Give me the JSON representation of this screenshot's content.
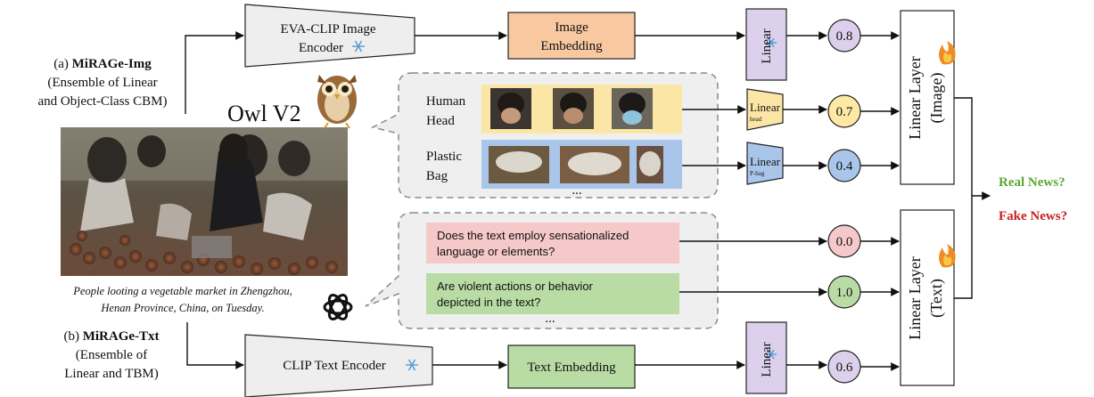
{
  "image_branch": {
    "label_line1": "(a)",
    "name": "MiRAGe-Img",
    "desc_line1": "(Ensemble of Linear",
    "desc_line2": "and Object-Class CBM)",
    "encoder_line1": "EVA-CLIP Image",
    "encoder_line2": "Encoder",
    "embedding_line1": "Image",
    "embedding_line2": "Embedding",
    "linear": "Linear",
    "score": "0.8"
  },
  "detector": {
    "name": "Owl V2"
  },
  "concepts": [
    {
      "name_line1": "Human",
      "name_line2": "Head",
      "linear": "Linear",
      "sub": "head",
      "score": "0.7",
      "color": "#fbe6a6",
      "score_color": "#fde9a3"
    },
    {
      "name_line1": "Plastic",
      "name_line2": "Bag",
      "linear": "Linear",
      "sub": "P-bag",
      "score": "0.4",
      "color": "#a9c6ea",
      "score_color": "#a9c6ea"
    }
  ],
  "concept_ellipsis": "...",
  "questions": [
    {
      "line1": "Does the text employ sensationalized",
      "line2": "language or elements?",
      "score": "0.0",
      "color": "#f5c9c9"
    },
    {
      "line1": "Are violent actions or behavior",
      "line2": "depicted in the text?",
      "score": "1.0",
      "color": "#b9dca5"
    }
  ],
  "question_ellipsis": "...",
  "caption_line1": "People looting a vegetable market in Zhengzhou,",
  "caption_line2": "Henan Province, China, on Tuesday.",
  "text_branch": {
    "label_line1": "(b)",
    "name": "MiRAGe-Txt",
    "desc_line1": "(Ensemble of",
    "desc_line2": "Linear and TBM)",
    "encoder": "CLIP Text Encoder",
    "embedding": "Text Embedding",
    "linear": "Linear",
    "score": "0.6"
  },
  "linear_layer_image_line1": "Linear Layer",
  "linear_layer_image_line2": "(Image)",
  "linear_layer_text_line1": "Linear Layer",
  "linear_layer_text_line2": "(Text)",
  "outputs": {
    "real": "Real News?",
    "fake": "Fake News?",
    "real_color": "#5aa832",
    "fake_color": "#c81e1e"
  },
  "colors": {
    "embedding_image": "#f8c8a0",
    "embedding_text": "#b9dca5",
    "linear": "#ddd0ec",
    "score_purple": "#ddd0ec",
    "score_pink": "#f5c9c9",
    "score_green": "#b9dca5"
  }
}
